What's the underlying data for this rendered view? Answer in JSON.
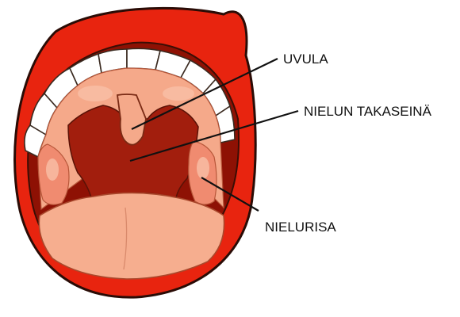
{
  "diagram": {
    "labels": {
      "uvula": "UVULA",
      "back_wall": "NIELUN TAKASEINÄ",
      "tonsil": "NIELURISA"
    },
    "colors": {
      "lips": "#e8240f",
      "lip_outline": "#2a0c06",
      "mouth_cavity": "#8e1104",
      "palate": "#f5a98a",
      "palate_highlight": "#f9c3ab",
      "pharynx_wall": "#a21e0d",
      "tonsil": "#f08b70",
      "tongue": "#f6ae8f",
      "teeth": "#ffffff",
      "leader_line": "#111111",
      "label_text": "#111111"
    }
  }
}
